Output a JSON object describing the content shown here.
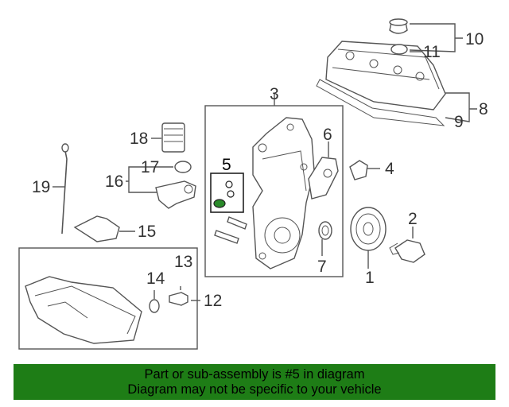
{
  "diagram": {
    "callouts": [
      "1",
      "2",
      "3",
      "4",
      "5",
      "6",
      "7",
      "8",
      "9",
      "10",
      "11",
      "12",
      "13",
      "14",
      "15",
      "16",
      "17",
      "18",
      "19"
    ],
    "highlighted": "5",
    "colors": {
      "highlight_part": "#2a8a2a",
      "banner": "#1e7d16"
    }
  },
  "banner": {
    "line1": "Part or sub-assembly is #5 in diagram",
    "line2": "Diagram may not be specific to your vehicle"
  }
}
